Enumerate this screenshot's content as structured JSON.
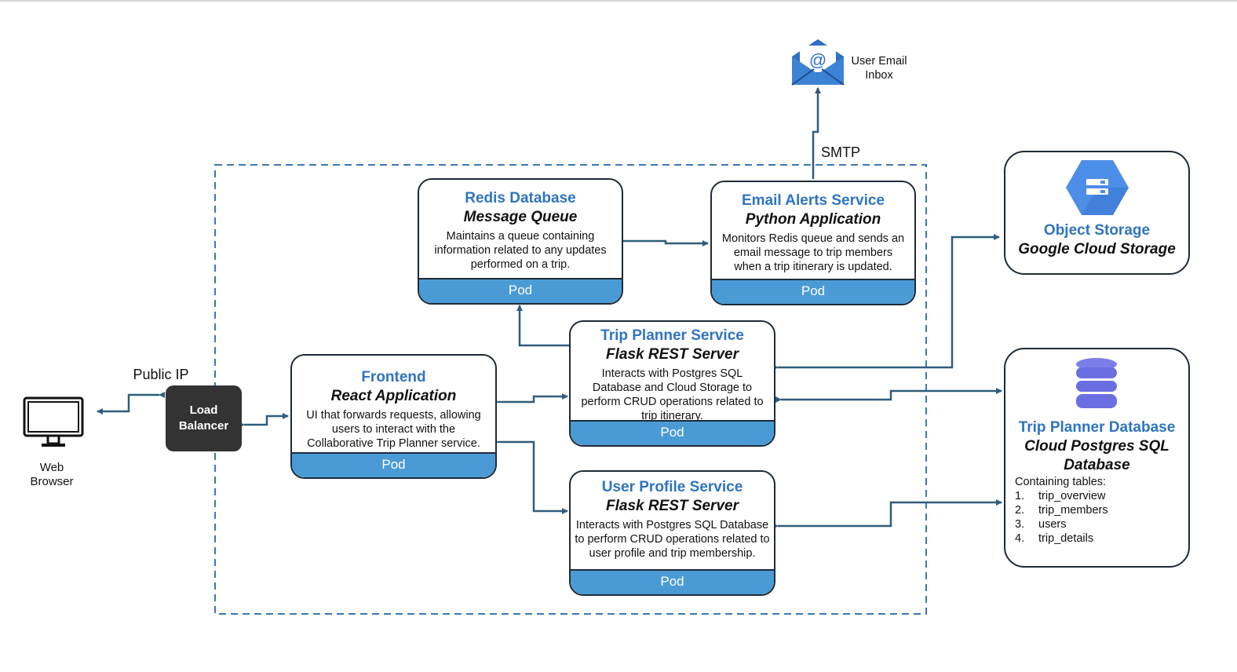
{
  "browser": {
    "label_line1": "Web",
    "label_line2": "Browser"
  },
  "public_ip": "Public IP",
  "load_balancer": {
    "line1": "Load",
    "line2": "Balancer"
  },
  "email_inbox": {
    "line1": "User Email",
    "line2": "Inbox"
  },
  "smtp": "SMTP",
  "frontend": {
    "title": "Frontend",
    "subtitle": "React Application",
    "desc": [
      "UI that forwards requests, allowing",
      "users to interact with the",
      "Collaborative Trip Planner service."
    ],
    "pod": "Pod"
  },
  "redis": {
    "title": "Redis Database",
    "subtitle": "Message Queue",
    "desc": [
      "Maintains a queue containing",
      "information related to any updates",
      "performed on a trip."
    ],
    "pod": "Pod"
  },
  "email_service": {
    "title": "Email Alerts Service",
    "subtitle": "Python Application",
    "desc": [
      "Monitors Redis queue and sends an",
      "email message to trip members",
      "when a trip itinerary is updated."
    ],
    "pod": "Pod"
  },
  "trip_service": {
    "title": "Trip Planner Service",
    "subtitle": "Flask REST Server",
    "desc": [
      "Interacts with Postgres SQL",
      "Database and Cloud Storage to",
      "perform CRUD operations related to",
      "trip itinerary."
    ],
    "pod": "Pod"
  },
  "user_service": {
    "title": "User Profile Service",
    "subtitle": "Flask REST Server",
    "desc": [
      "Interacts with Postgres SQL Database",
      "to perform CRUD operations related to",
      "user profile and trip membership."
    ],
    "pod": "Pod"
  },
  "object_storage": {
    "title": "Object Storage",
    "subtitle": "Google Cloud Storage"
  },
  "trip_db": {
    "title": "Trip Planner Database",
    "subtitle_line1": "Cloud Postgres SQL",
    "subtitle_line2": "Database",
    "tables_header": "Containing tables:",
    "tables": [
      {
        "num": "1.",
        "name": "trip_overview"
      },
      {
        "num": "2.",
        "name": "trip_members"
      },
      {
        "num": "3.",
        "name": "users"
      },
      {
        "num": "4.",
        "name": "trip_details"
      }
    ]
  },
  "colors": {
    "accent_blue": "#2e74c0",
    "pod_blue": "#4a9bd5",
    "line": "#2f5d7c",
    "border": "#1f2a36",
    "dashed": "#3a78b8"
  },
  "icons": [
    "monitor-icon",
    "email-envelope-icon",
    "cloud-storage-icon",
    "database-icon"
  ]
}
